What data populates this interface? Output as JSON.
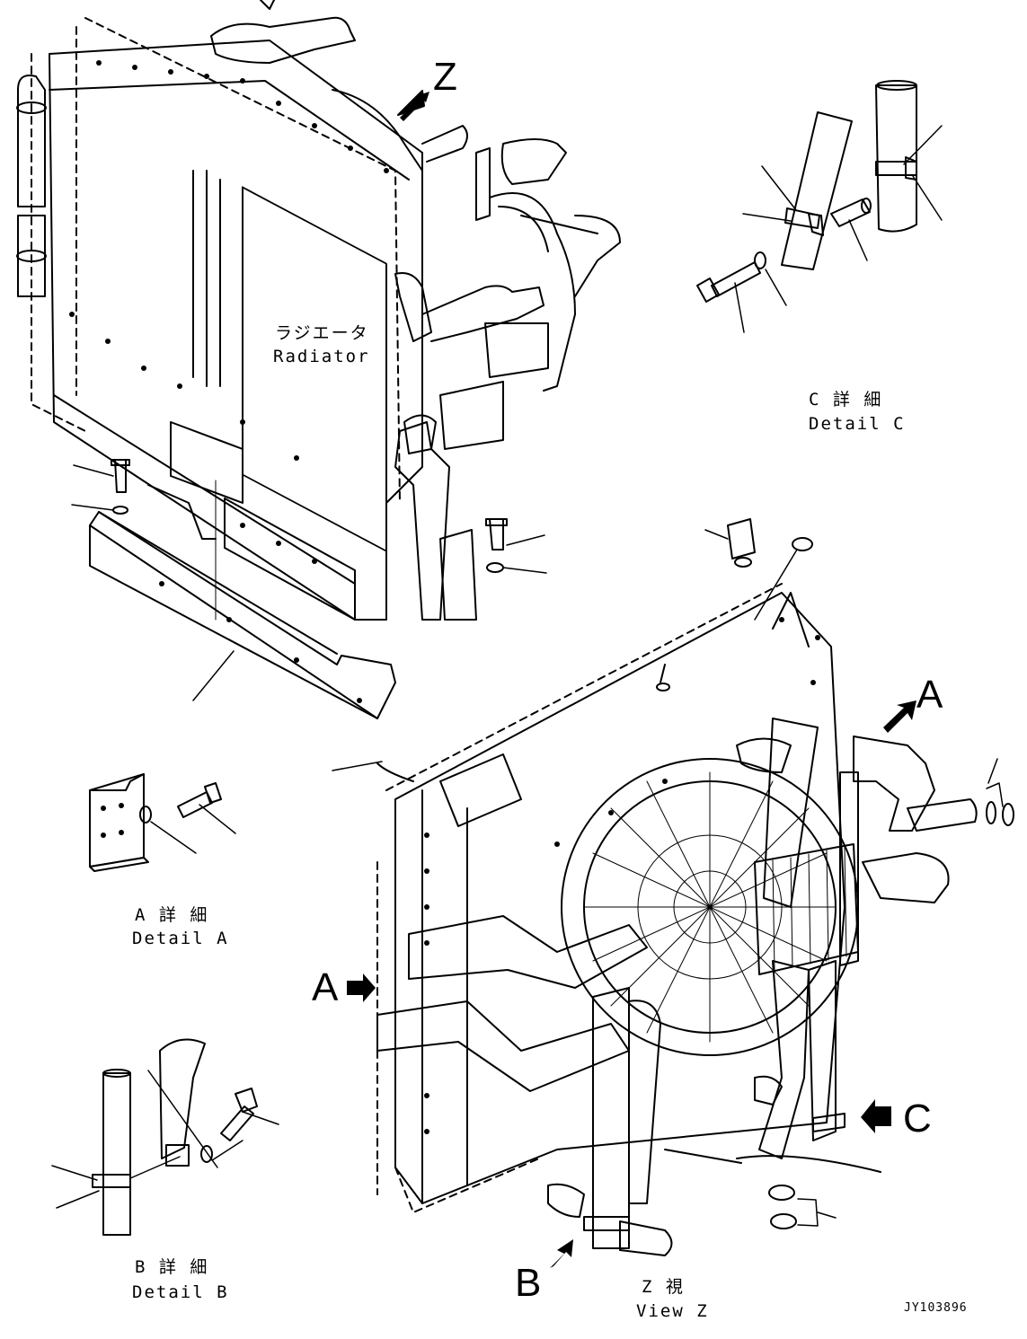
{
  "radiator": {
    "label_jp": "ラジエータ",
    "label_en": "Radiator"
  },
  "details": {
    "a": {
      "label_jp": "A 詳 細",
      "label_en": "Detail A"
    },
    "b": {
      "label_jp": "B 詳 細",
      "label_en": "Detail B"
    },
    "c": {
      "label_jp": "C 詳 細",
      "label_en": "Detail C"
    }
  },
  "view_z": {
    "label_jp": "Z 視",
    "label_en": "View Z"
  },
  "view_markers": {
    "z": "Z",
    "a_top": "A",
    "a_left": "A",
    "b": "B",
    "c": "C"
  },
  "drawing_id": "JY103896",
  "colors": {
    "ink": "#000000",
    "paper": "#ffffff"
  }
}
